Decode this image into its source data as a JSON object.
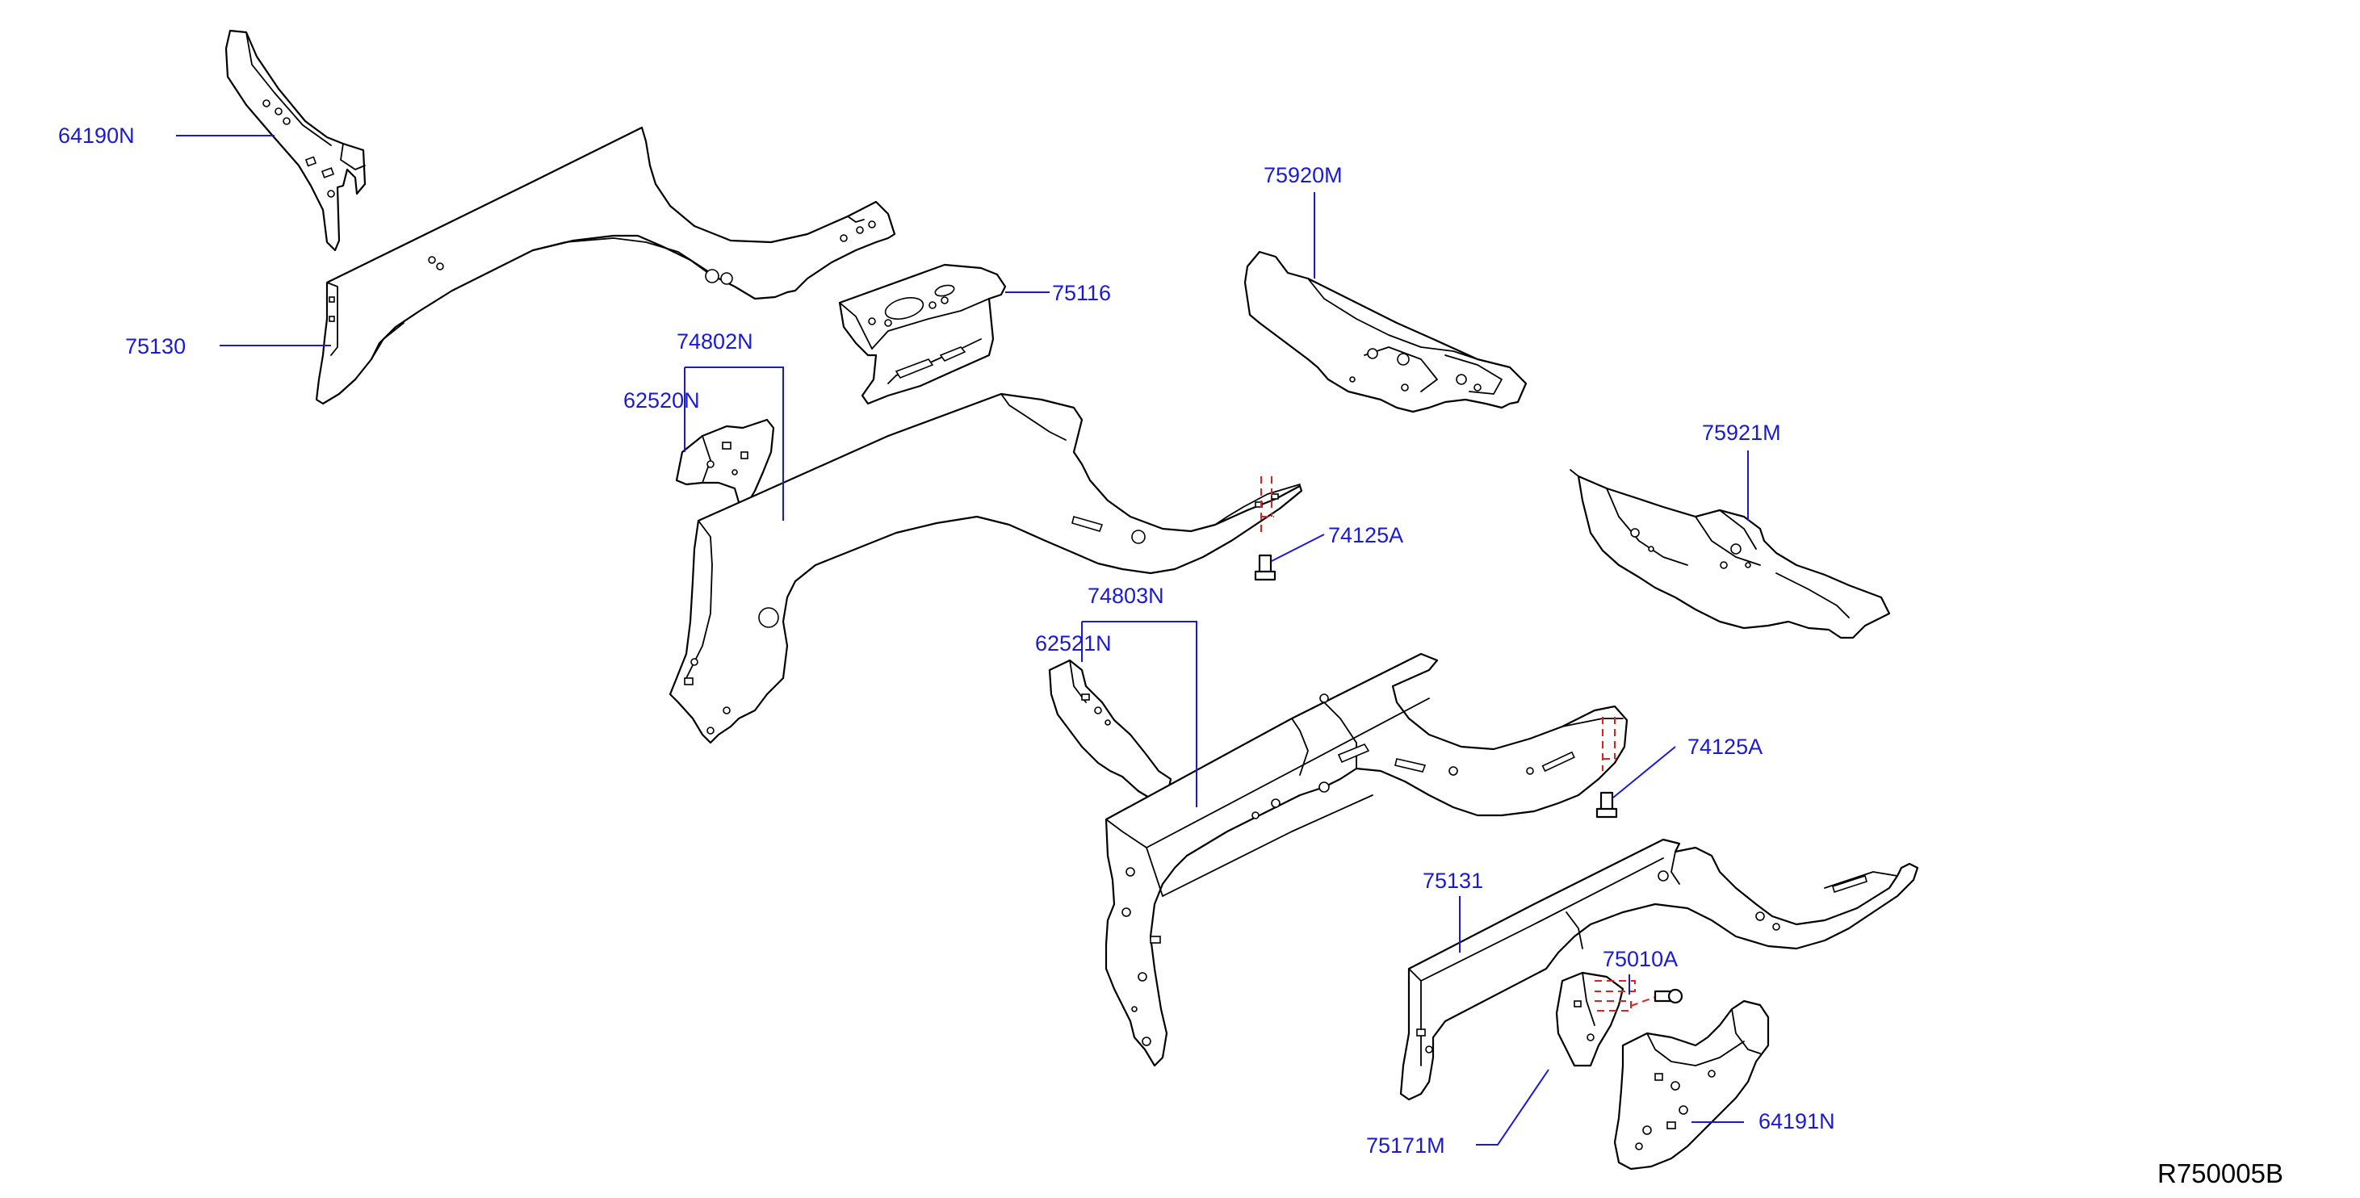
{
  "diagram_code": "R750005B",
  "colors": {
    "label": "#1a1ad6",
    "line": "#000000",
    "hidden_line": "#e02020",
    "background": "#ffffff"
  },
  "labels": {
    "p64190N": "64190N",
    "p75130": "75130",
    "p74802N": "74802N",
    "p62520N": "62520N",
    "p75116": "75116",
    "p75920M": "75920M",
    "p75921M": "75921M",
    "p74125A_upper": "74125A",
    "p74803N": "74803N",
    "p62521N": "62521N",
    "p74125A_lower": "74125A",
    "p75131": "75131",
    "p75010A": "75010A",
    "p75171M": "75171M",
    "p64191N": "64191N"
  }
}
